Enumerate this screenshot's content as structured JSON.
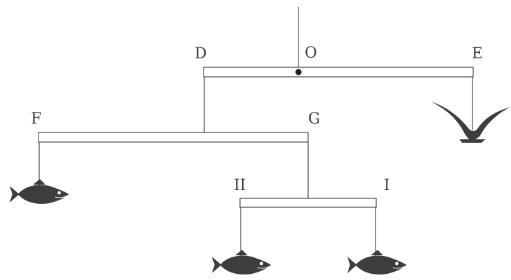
{
  "diagram": {
    "labels": {
      "O": "O",
      "D": "D",
      "E": "E",
      "F": "F",
      "G": "G",
      "H": "II",
      "I": "I"
    },
    "colors": {
      "stroke": "#555555",
      "silhouette": "#3d3d3d",
      "background": "#ffffff"
    },
    "icons": [
      "bird-icon",
      "fish-icon"
    ]
  }
}
